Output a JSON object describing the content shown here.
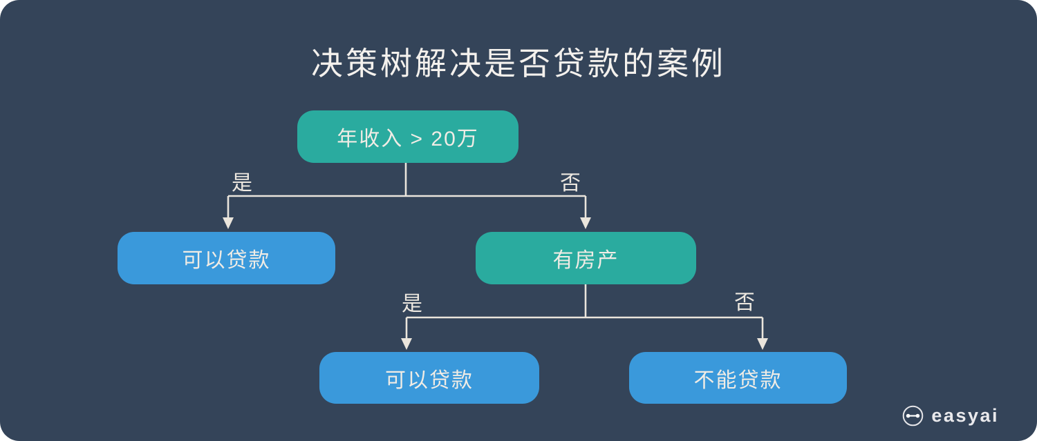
{
  "title": "决策树解决是否贷款的案例",
  "palette": {
    "background": "#344459",
    "decision_node": "#2AAB9F",
    "leaf_node": "#3A99DB",
    "connector": "#EAE5DC",
    "text": "#F0ECE5"
  },
  "tree": {
    "nodes": {
      "root": {
        "label": "年收入 > 20万",
        "type": "decision"
      },
      "approve_left": {
        "label": "可以贷款",
        "type": "leaf"
      },
      "has_property": {
        "label": "有房产",
        "type": "decision"
      },
      "approve_bottom": {
        "label": "可以贷款",
        "type": "leaf"
      },
      "reject": {
        "label": "不能贷款",
        "type": "leaf"
      }
    },
    "edges": {
      "root_yes": {
        "label": "是",
        "from": "root",
        "to": "approve_left"
      },
      "root_no": {
        "label": "否",
        "from": "root",
        "to": "has_property"
      },
      "property_yes": {
        "label": "是",
        "from": "has_property",
        "to": "approve_bottom"
      },
      "property_no": {
        "label": "否",
        "from": "has_property",
        "to": "reject"
      }
    }
  },
  "logo": {
    "text": "easyai"
  }
}
